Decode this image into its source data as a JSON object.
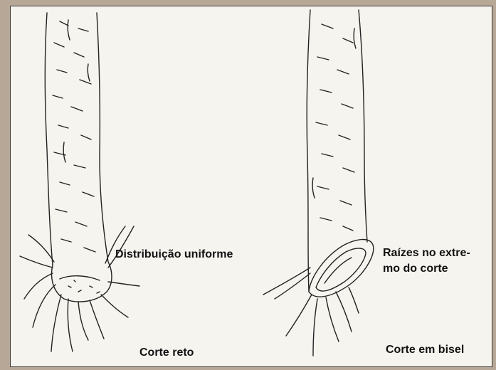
{
  "labels": {
    "left_annotation": "Distribuição uniforme",
    "left_caption": "Corte reto",
    "right_annotation_line1": "Raízes no extre-",
    "right_annotation_line2": "mo do corte",
    "right_caption": "Corte em bisel"
  },
  "colors": {
    "paper": "#f6f4ef",
    "border": "#b7a796",
    "ink": "#222222"
  }
}
